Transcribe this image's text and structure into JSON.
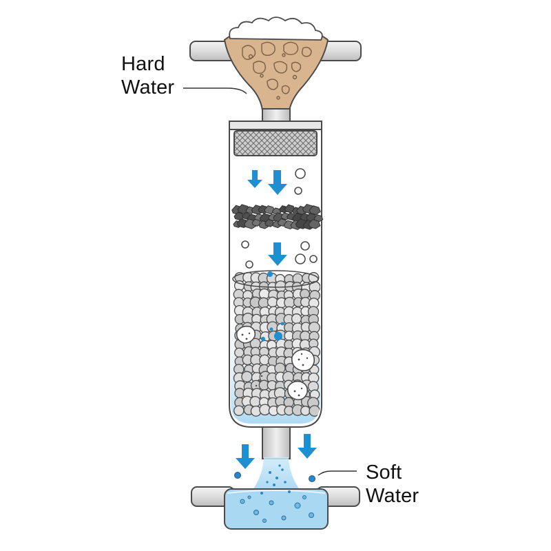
{
  "labels": {
    "hard_line1": "Hard",
    "hard_line2": "Water",
    "soft_line1": "Soft",
    "soft_line2": "Water"
  },
  "colors": {
    "outline": "#4a4a4a",
    "pipe_fill": "#e2e2e2",
    "hard_water": "#d8b48f",
    "arrow": "#1e8fd0",
    "soft_water": "#a9d8f3",
    "media_dark": "#5b5b5b",
    "resin_bead": "#d9d9d9",
    "mineral_bubble": "#ffffff"
  },
  "icons": [
    "flow-arrow-icon",
    "mesh-screen-icon",
    "mineral-cluster-icon"
  ]
}
